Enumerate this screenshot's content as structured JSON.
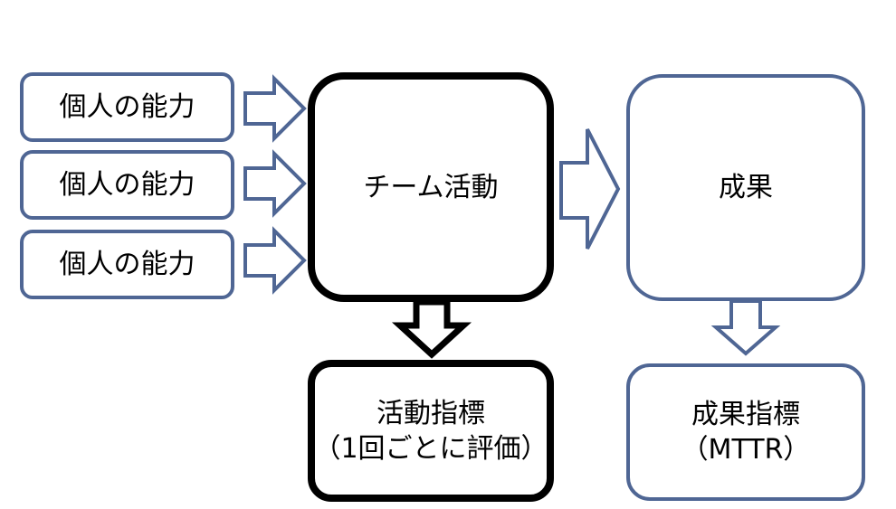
{
  "inputs": [
    {
      "label": "個人の能力"
    },
    {
      "label": "個人の能力"
    },
    {
      "label": "個人の能力"
    }
  ],
  "activity": {
    "label": "チーム活動"
  },
  "outcome": {
    "label": "成果"
  },
  "activity_metric": {
    "line1": "活動指標",
    "line2": "（1回ごとに評価）"
  },
  "outcome_metric": {
    "line1": "成果指標",
    "line2": "（MTTR）"
  },
  "colors": {
    "blue": "#4f6694",
    "black": "#000000"
  }
}
